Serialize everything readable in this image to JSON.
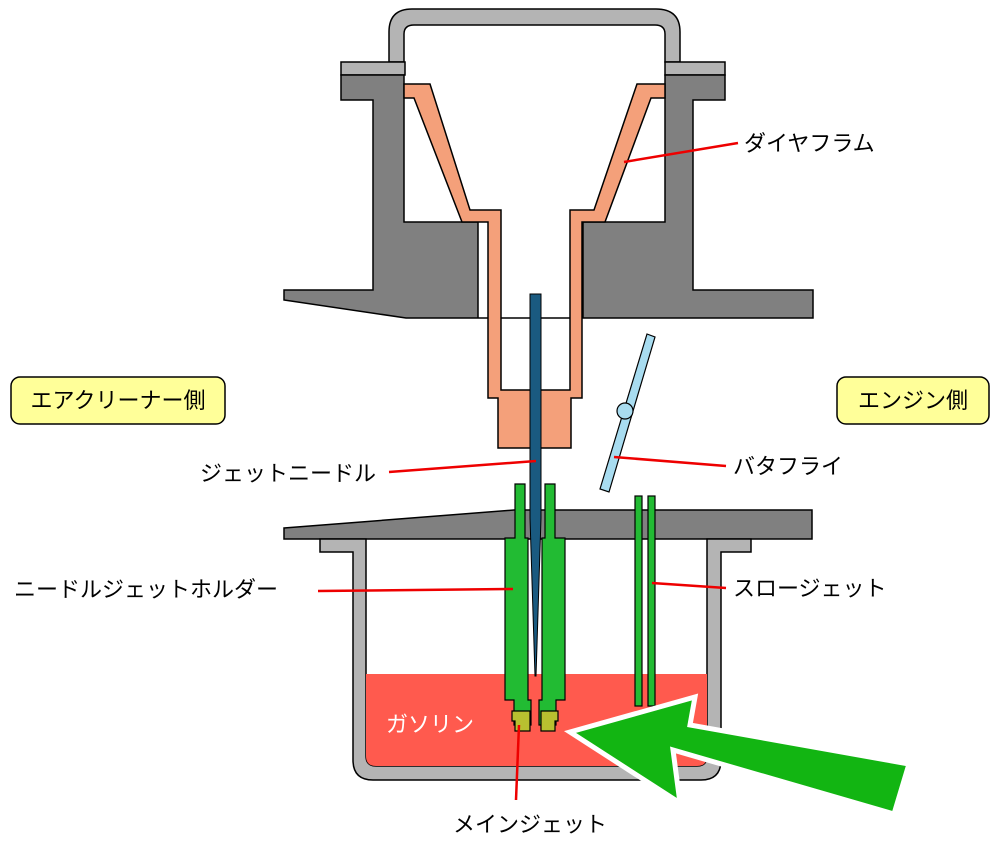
{
  "side_labels": {
    "air_cleaner_side": "エアクリーナー側",
    "engine_side": "エンジン側"
  },
  "part_labels": {
    "diaphragm": "ダイヤフラム",
    "jet_needle": "ジェットニードル",
    "butterfly": "バタフライ",
    "needle_jet_holder": "ニードルジェットホルダー",
    "slow_jet": "スロージェット",
    "gasoline": "ガソリン",
    "main_jet": "メインジェット"
  },
  "colors": {
    "body": "#808080",
    "diaphragm": "#f4a07a",
    "jet_needle": "#1a5a80",
    "butterfly": "#a8dcf0",
    "holder": "#22bb33",
    "main_jet": "#b8c030",
    "gasoline": "#ff5a4e",
    "bowl": "#b4b4b4",
    "arrow": "#12b512",
    "leader": "#ee0000",
    "side_box": "#ffff99"
  }
}
